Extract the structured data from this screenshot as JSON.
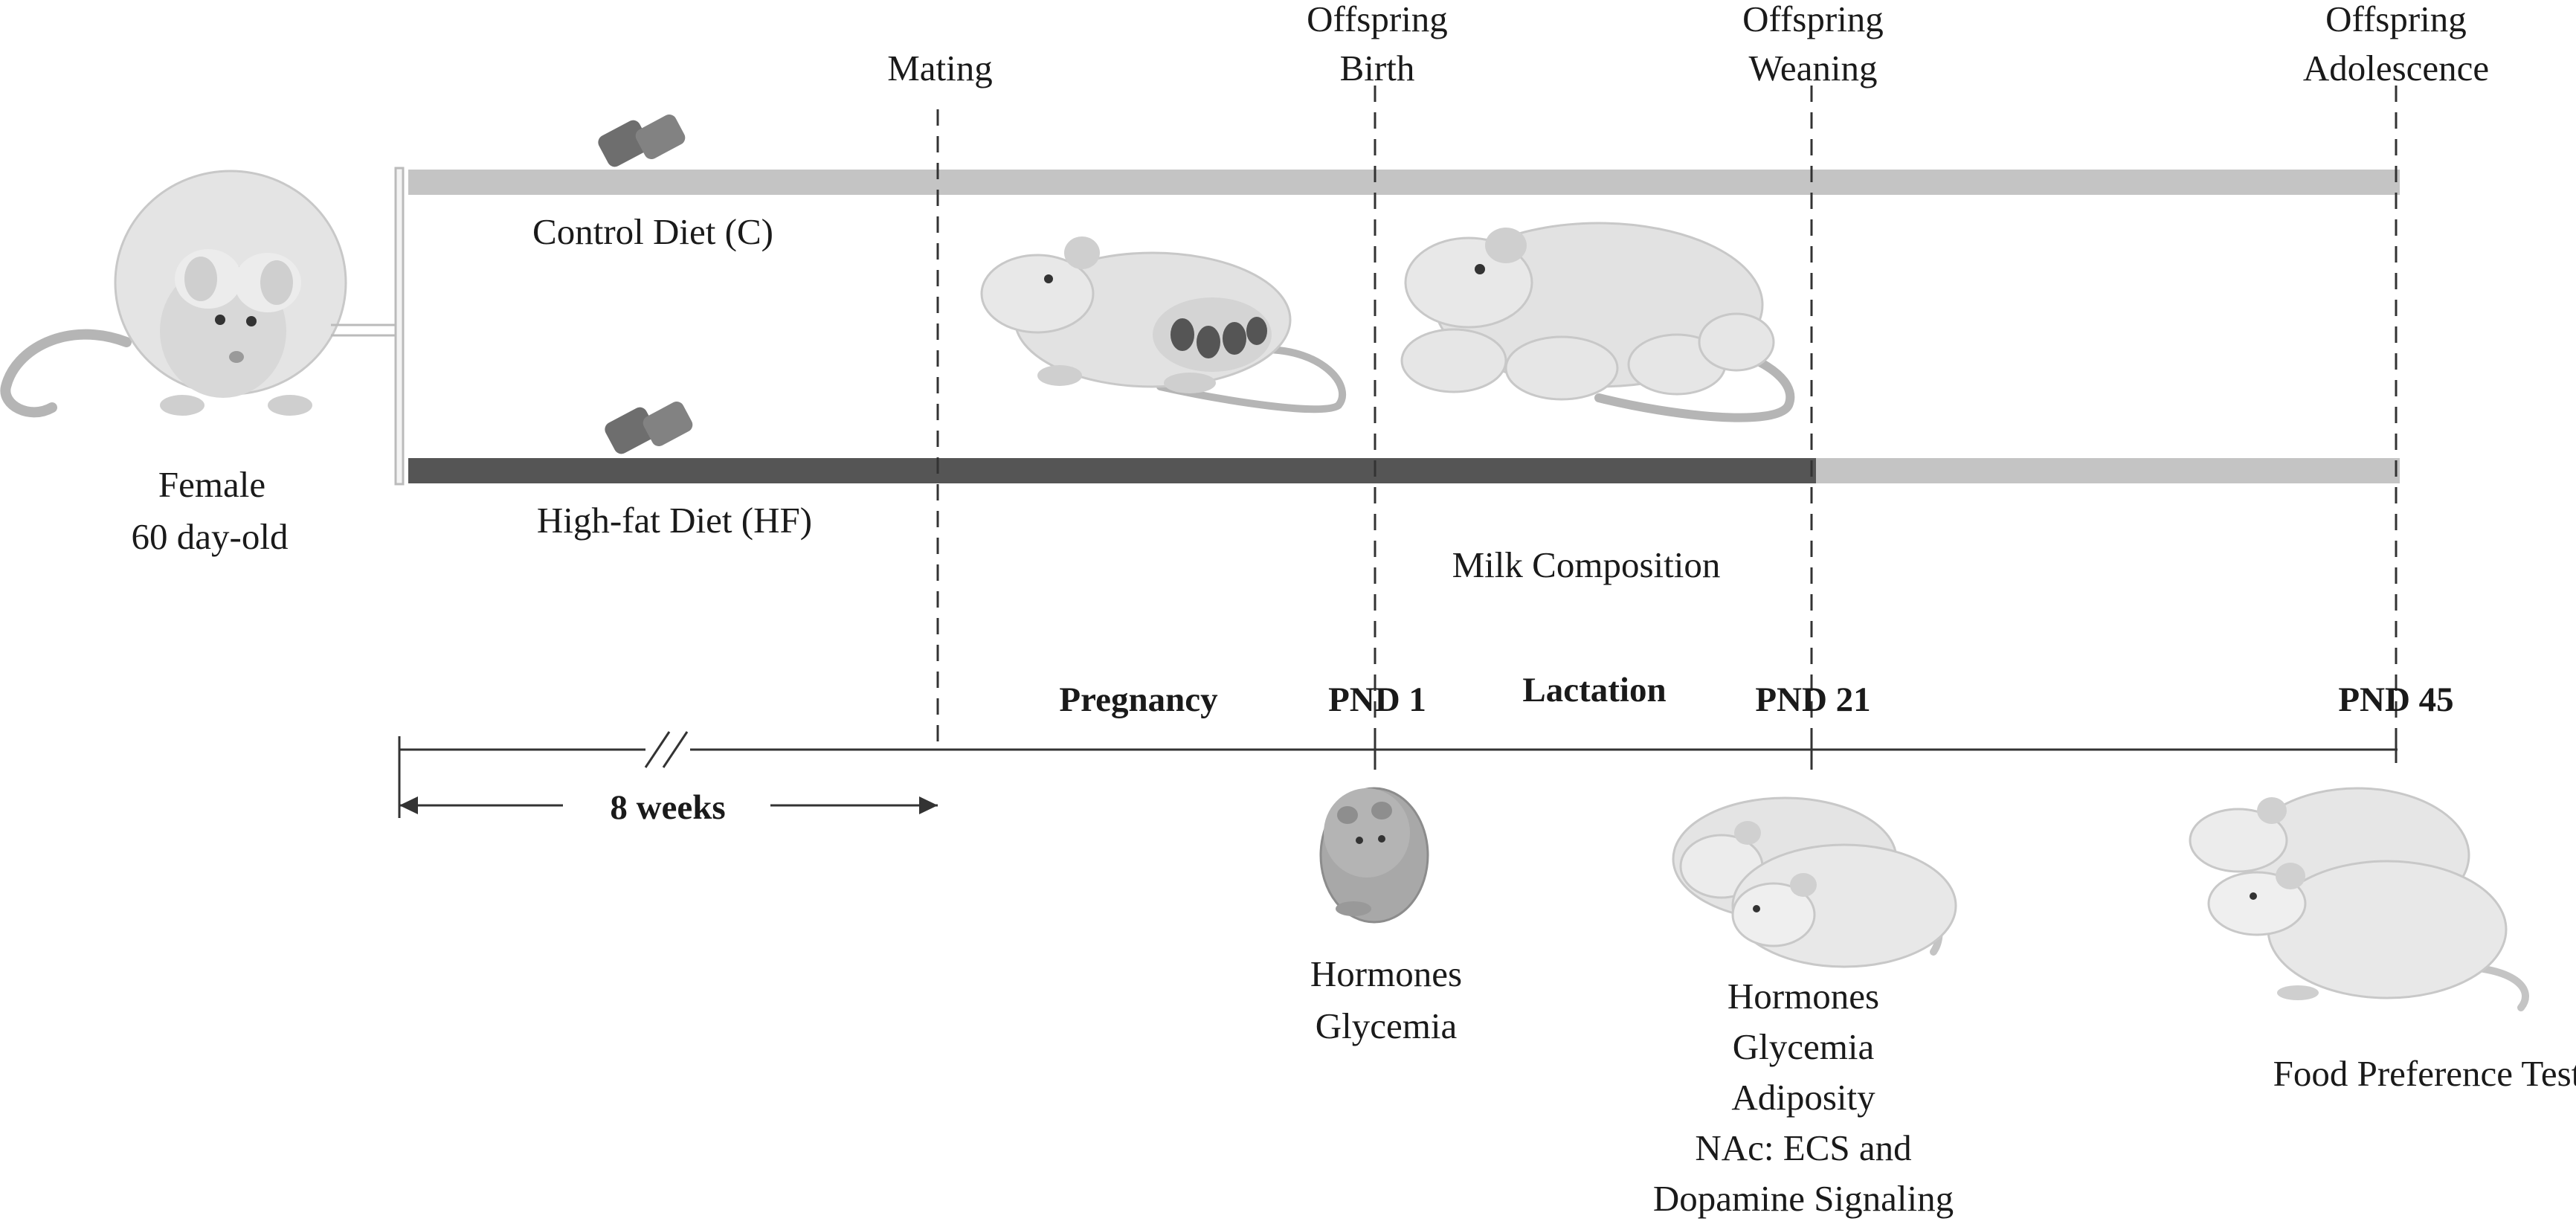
{
  "diagram": {
    "start": {
      "line1": "Female",
      "line2": "60 day-old"
    },
    "diets": {
      "control": "Control Diet (C)",
      "high_fat": "High-fat Diet (HF)"
    },
    "events": {
      "mating": "Mating",
      "birth": {
        "line1": "Offspring",
        "line2": "Birth"
      },
      "weaning": {
        "line1": "Offspring",
        "line2": "Weaning"
      },
      "adolescence": {
        "line1": "Offspring",
        "line2": "Adolescence"
      }
    },
    "milk": "Milk Composition",
    "phases": {
      "pregnancy": "Pregnancy",
      "lactation": "Lactation"
    },
    "timepoints": {
      "pnd1": "PND 1",
      "pnd21": "PND 21",
      "pnd45": "PND 45"
    },
    "duration": "8 weeks",
    "measures": {
      "pnd1": [
        "Hormones",
        "Glycemia"
      ],
      "pnd21": [
        "Hormones",
        "Glycemia",
        "Adiposity",
        "NAc: ECS and",
        "Dopamine Signaling"
      ],
      "pnd45": [
        "Food Preference Test"
      ]
    },
    "colors": {
      "control_bar": "#c4c4c4",
      "high_fat_bar": "#555555",
      "rat": "#e2e2e2",
      "pellet": "#6e6e6e"
    }
  }
}
